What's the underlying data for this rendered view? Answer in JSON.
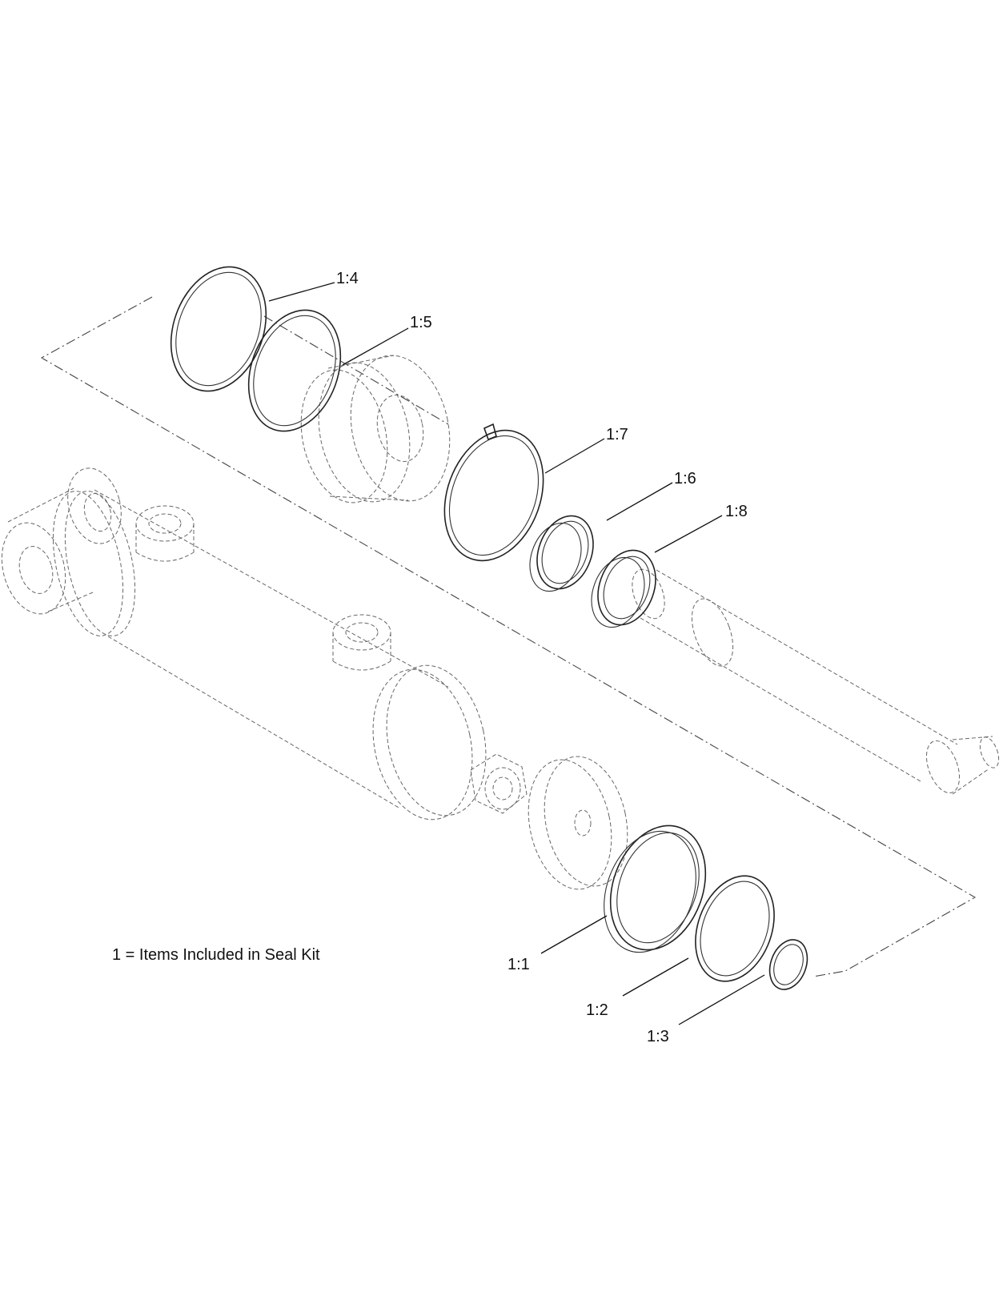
{
  "note": "1 = Items Included in Seal Kit",
  "callouts": {
    "c1_4": "1:4",
    "c1_5": "1:5",
    "c1_7": "1:7",
    "c1_6": "1:6",
    "c1_8": "1:8",
    "c1_1": "1:1",
    "c1_2": "1:2",
    "c1_3": "1:3"
  }
}
